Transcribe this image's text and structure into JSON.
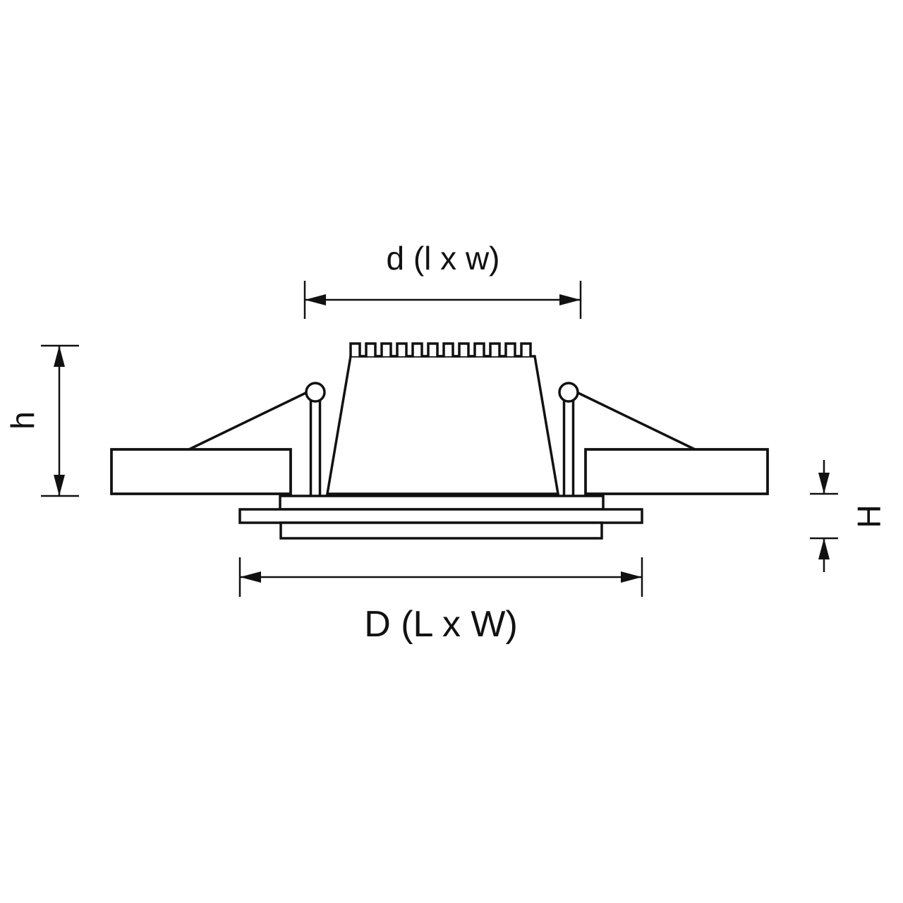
{
  "labels": {
    "top": "d (l x w)",
    "left": "h",
    "right": "H",
    "bottom": "D (L x W)"
  }
}
